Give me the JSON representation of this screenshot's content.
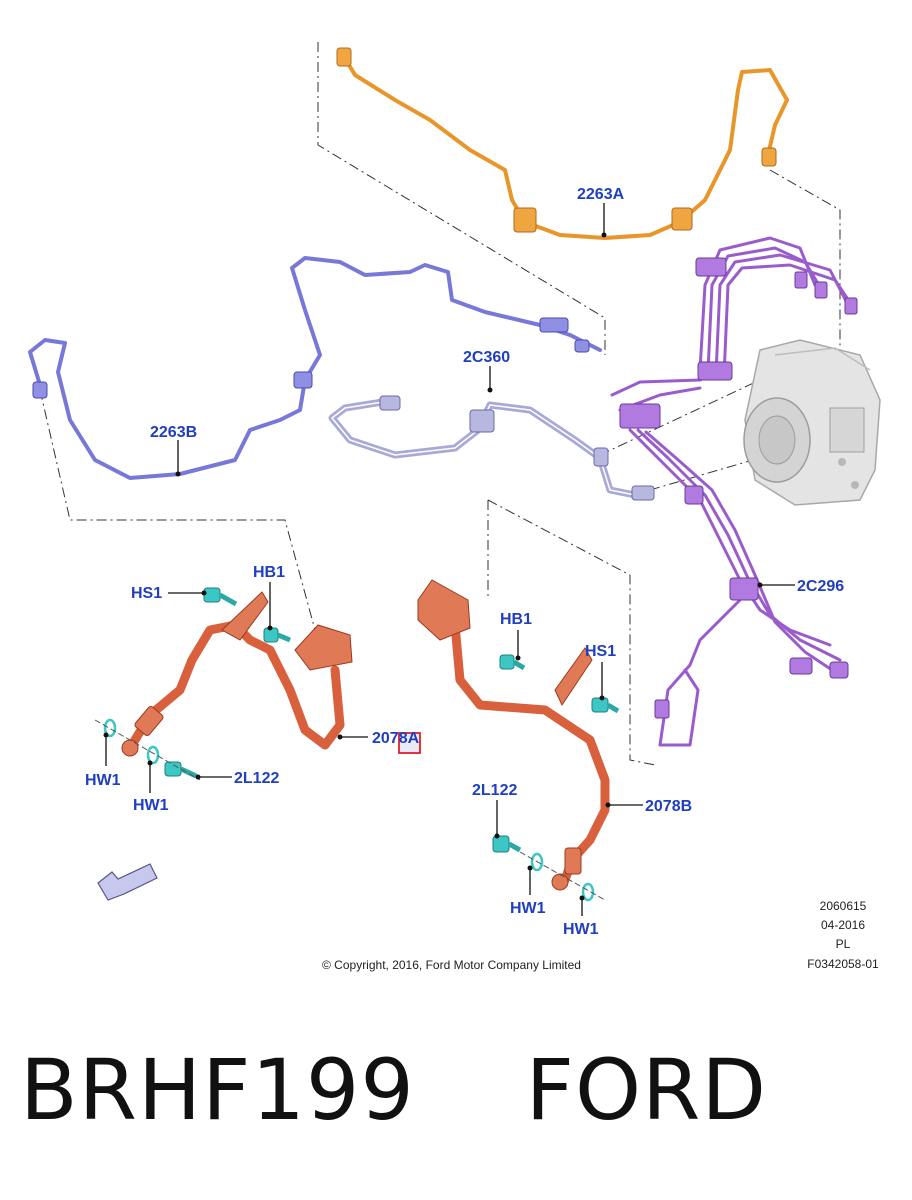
{
  "diagram": {
    "callouts": {
      "c_2263A": "2263A",
      "c_2263B": "2263B",
      "c_2C360": "2C360",
      "c_2C296": "2C296",
      "c_HS1_left": "HS1",
      "c_HB1_left": "HB1",
      "c_2078A": "2078A",
      "c_2L122_left": "2L122",
      "c_HW1_left_a": "HW1",
      "c_HW1_left_b": "HW1",
      "c_HB1_right": "HB1",
      "c_HS1_right": "HS1",
      "c_2078B": "2078B",
      "c_2L122_right": "2L122",
      "c_HW1_right_a": "HW1",
      "c_HW1_right_b": "HW1"
    },
    "meta": {
      "code": "2060615",
      "date": "04-2016",
      "lang": "PL",
      "figure_id": "F0342058-01",
      "copyright": "© Copyright, 2016, Ford Motor Company Limited"
    },
    "colors": {
      "orange_line": "#e8952a",
      "blue_line": "#7878d8",
      "lavender_line": "#a9a9d8",
      "purple_line": "#9a5ccc",
      "copper_hose": "#d9603c",
      "cyan_fastener": "#3cc7c4",
      "callout_text": "#1f3fbf",
      "highlight_box": "#e0202a"
    }
  },
  "footer": {
    "part_number": "BRHF199",
    "brand": "FORD"
  }
}
